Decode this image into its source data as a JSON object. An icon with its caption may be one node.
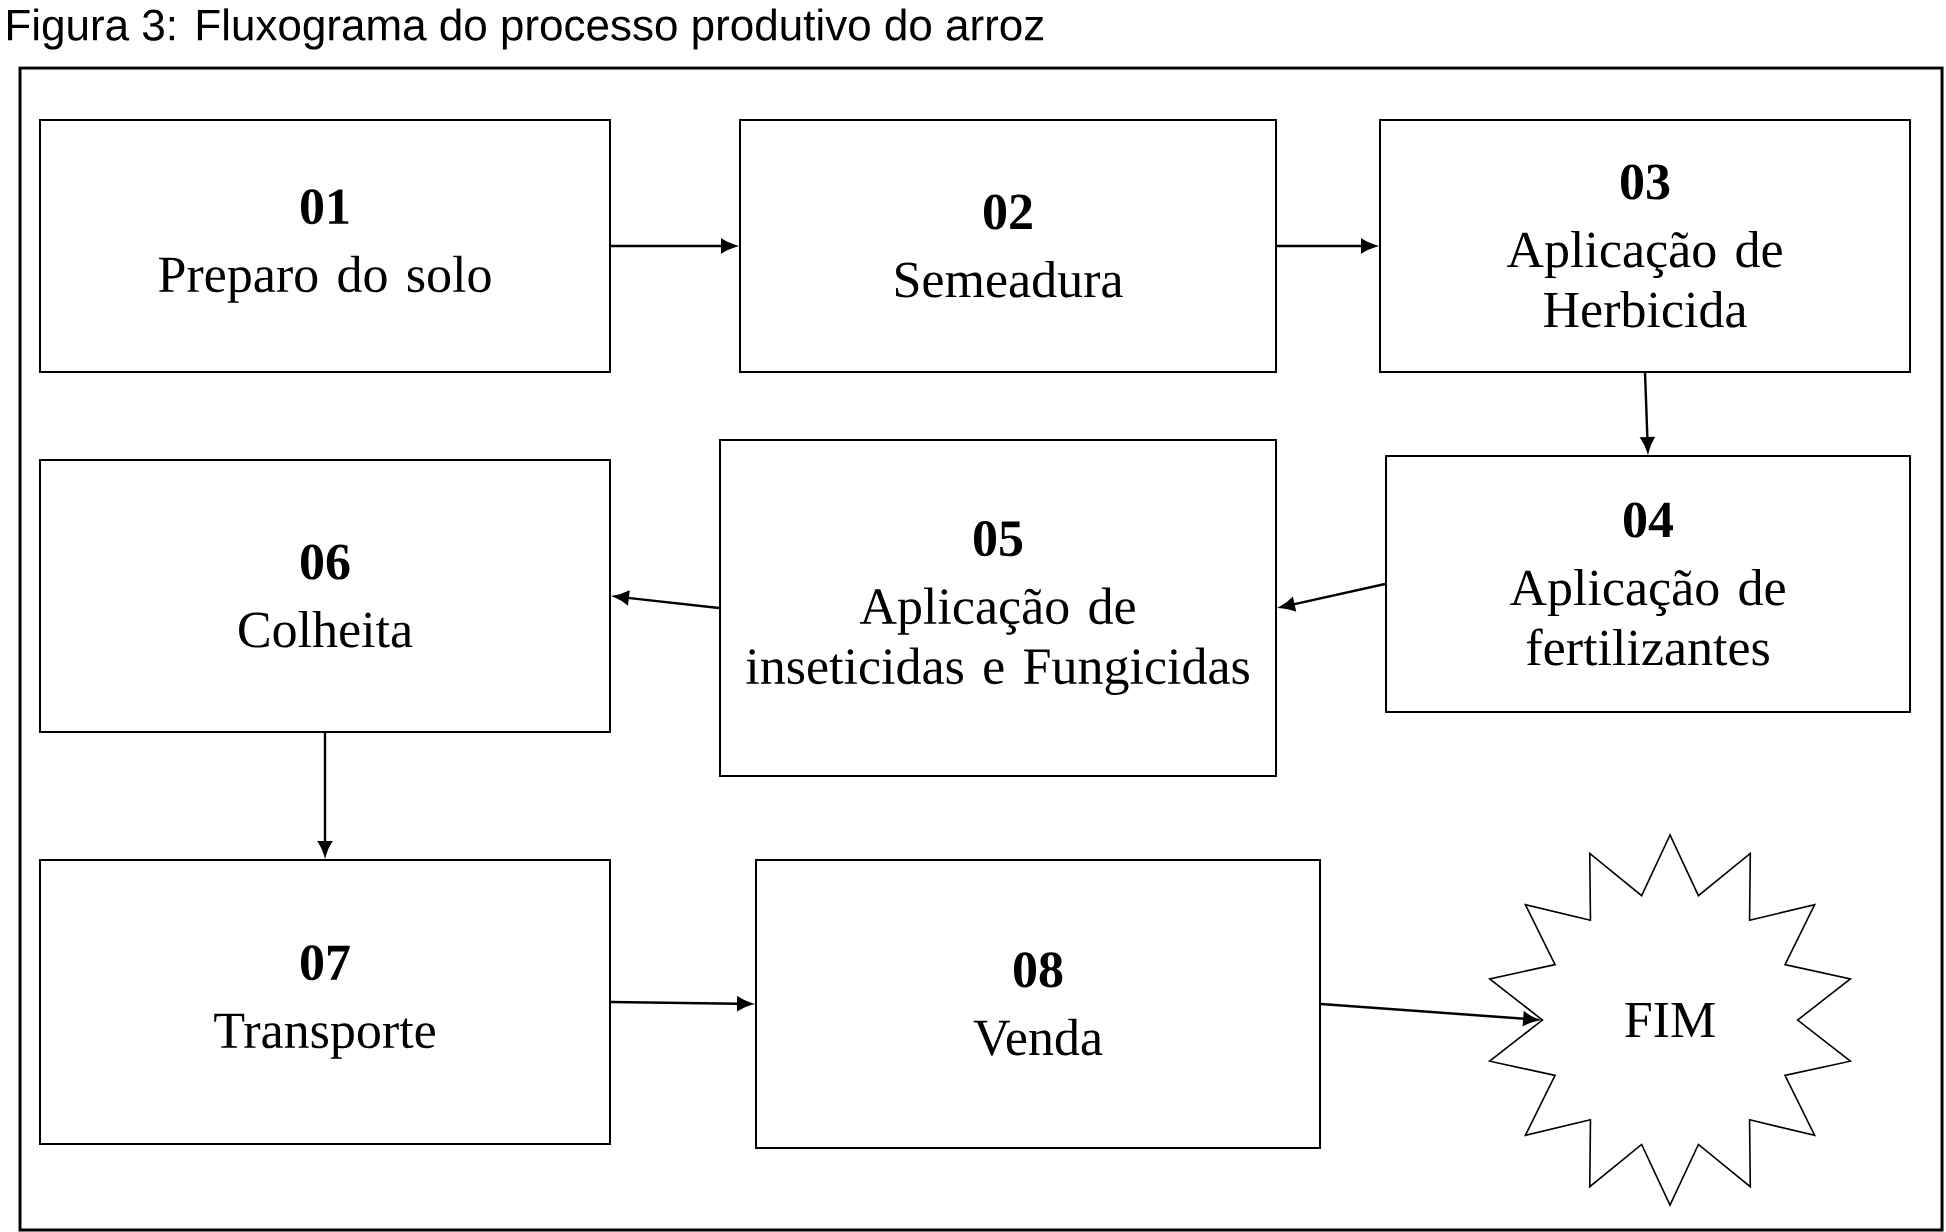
{
  "diagram": {
    "title": "Figura 3: Fluxograma do processo produtivo do arroz",
    "nodes": [
      {
        "text": [
          "01",
          "Preparo do solo"
        ]
      },
      {
        "text": [
          "02",
          "Semeadura"
        ]
      },
      {
        "text": [
          "03",
          "Aplicação de Herbicida"
        ]
      },
      {
        "text": [
          "04",
          "Aplicação de fertilizantes"
        ]
      },
      {
        "text": [
          "05",
          "Aplicação de inseticidas e Fungicidas"
        ]
      },
      {
        "text": [
          "06",
          "Colheita"
        ]
      },
      {
        "text": [
          "07",
          "Transporte"
        ]
      },
      {
        "text": [
          "08",
          "Venda"
        ]
      },
      {
        "text": [
          "FIM"
        ]
      }
    ],
    "edges": [
      {
        "from": 0,
        "to": 1,
        "arrow": "to"
      },
      {
        "from": 1,
        "to": 2,
        "arrow": "to"
      },
      {
        "from": 2,
        "to": 3,
        "arrow": "to"
      },
      {
        "from": 3,
        "to": 4,
        "arrow": "to"
      },
      {
        "from": 4,
        "to": 5,
        "arrow": "to"
      },
      {
        "from": 5,
        "to": 6,
        "arrow": "to"
      },
      {
        "from": 6,
        "to": 7,
        "arrow": "to"
      },
      {
        "from": 7,
        "to": 8,
        "arrow": "to"
      }
    ]
  }
}
